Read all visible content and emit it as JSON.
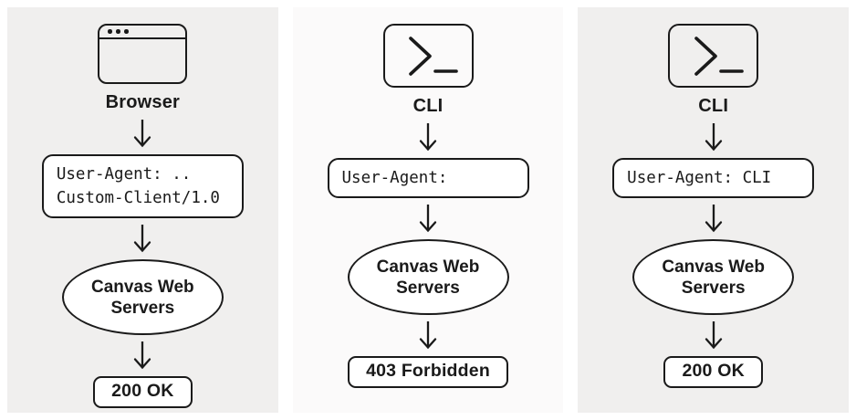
{
  "colors": {
    "outer_panel_bg": "#f0efee",
    "middle_panel_bg": "#fbfafa",
    "stroke": "#1a1a1a",
    "node_bg": "#ffffff"
  },
  "diagram": {
    "columns": [
      {
        "client_icon": "browser-window-icon",
        "client_label": "Browser",
        "header_text": "User-Agent: ..\nCustom-Client/1.0",
        "server_label": "Canvas Web Servers",
        "result_label": "200 OK"
      },
      {
        "client_icon": "terminal-icon",
        "client_label": "CLI",
        "header_text": "User-Agent:",
        "server_label": "Canvas Web Servers",
        "result_label": "403 Forbidden"
      },
      {
        "client_icon": "terminal-icon",
        "client_label": "CLI",
        "header_text": "User-Agent: CLI",
        "server_label": "Canvas Web Servers",
        "result_label": "200 OK"
      }
    ]
  }
}
